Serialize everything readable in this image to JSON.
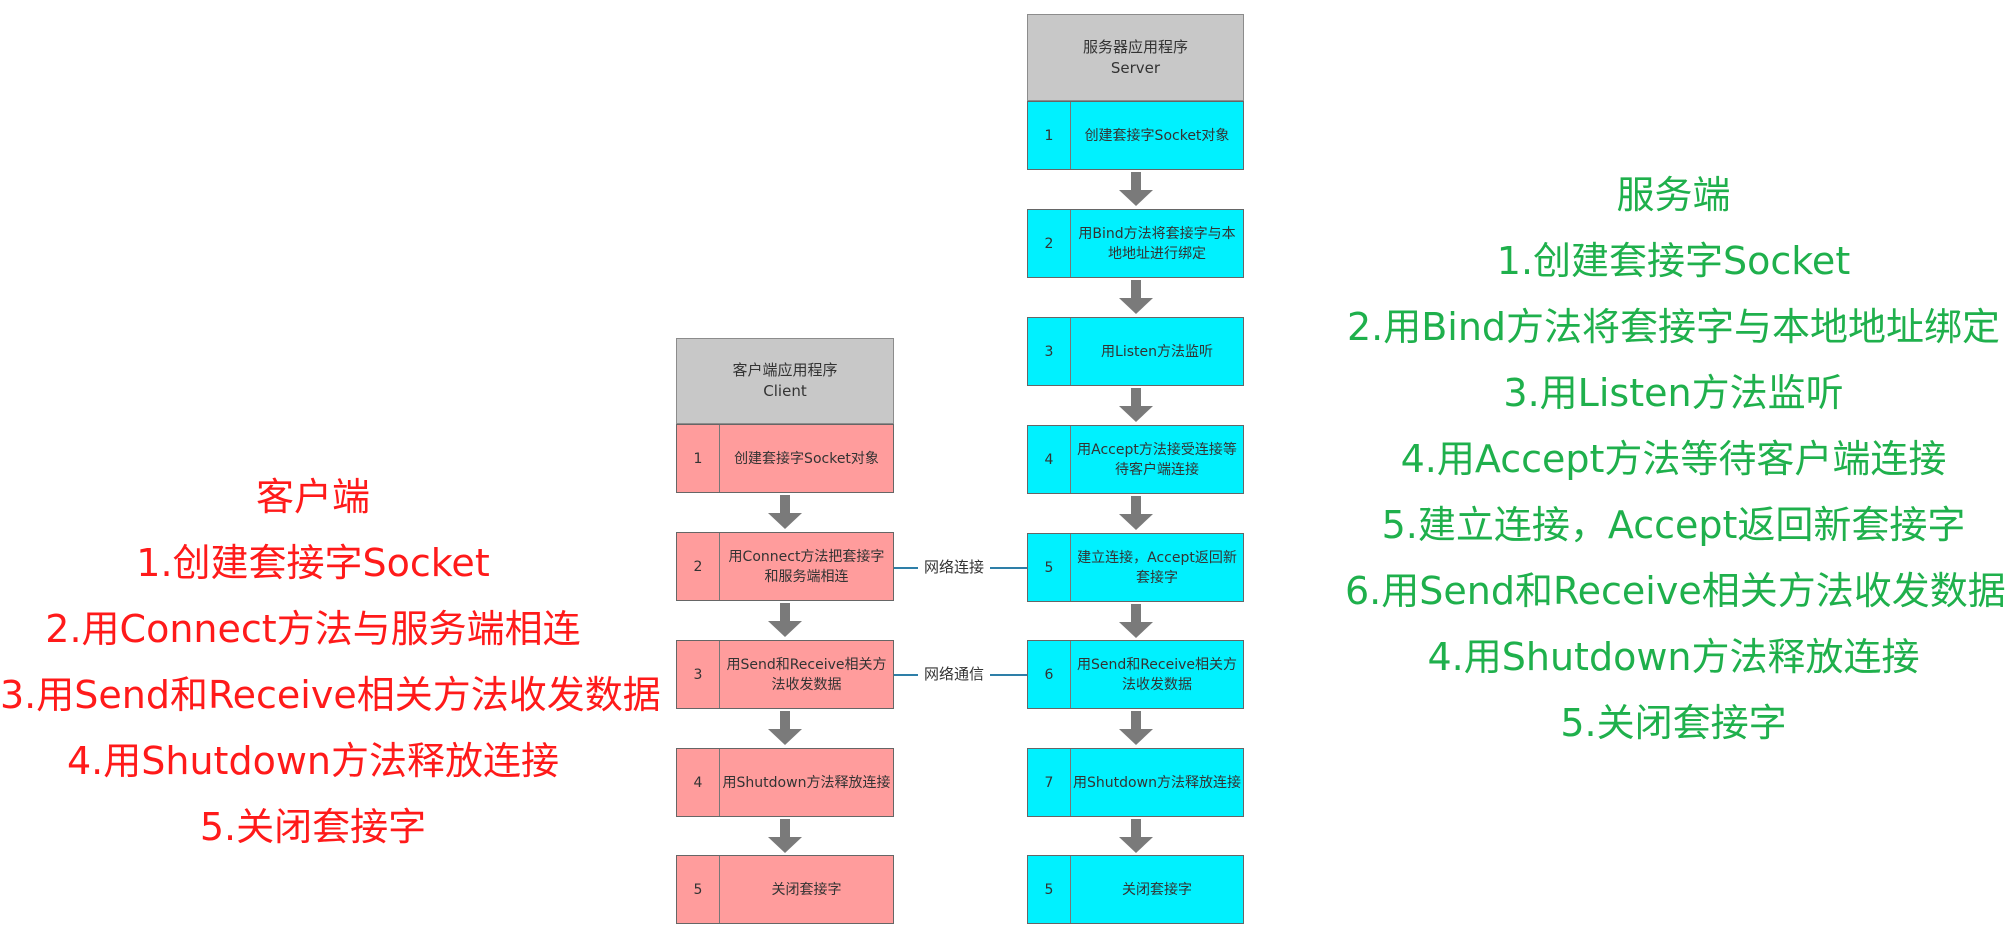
{
  "client_list": {
    "title": "客户端",
    "items": [
      "1.创建套接字Socket",
      "2.用Connect方法与服务端相连",
      "3.用Send和Receive相关方法收发数据",
      "4.用Shutdown方法释放连接",
      "5.关闭套接字"
    ]
  },
  "server_list": {
    "title": "服务端",
    "items": [
      "1.创建套接字Socket",
      "2.用Bind方法将套接字与本地地址绑定",
      "3.用Listen方法监听",
      "4.用Accept方法等待客户端连接",
      "5.建立连接，Accept返回新套接字",
      "6.用Send和Receive相关方法收发数据",
      "4.用Shutdown方法释放连接",
      "5.关闭套接字"
    ]
  },
  "flow": {
    "client": {
      "header": {
        "line1": "客户端应用程序",
        "line2": "Client"
      },
      "steps": [
        {
          "num": "1",
          "label": "创建套接字Socket对象"
        },
        {
          "num": "2",
          "label": "用Connect方法把套接字和服务端相连"
        },
        {
          "num": "3",
          "label": "用Send和Receive相关方法收发数据"
        },
        {
          "num": "4",
          "label": "用Shutdown方法释放连接"
        },
        {
          "num": "5",
          "label": "关闭套接字"
        }
      ]
    },
    "server": {
      "header": {
        "line1": "服务器应用程序",
        "line2": "Server"
      },
      "steps": [
        {
          "num": "1",
          "label": "创建套接字Socket对象"
        },
        {
          "num": "2",
          "label": "用Bind方法将套接字与本地地址进行绑定"
        },
        {
          "num": "3",
          "label": "用Listen方法监听"
        },
        {
          "num": "4",
          "label": "用Accept方法接受连接等待客户端连接"
        },
        {
          "num": "5",
          "label": "建立连接，Accept返回新套接字"
        },
        {
          "num": "6",
          "label": "用Send和Receive相关方法收发数据"
        },
        {
          "num": "7",
          "label": "用Shutdown方法释放连接"
        },
        {
          "num": "5",
          "label": "关闭套接字"
        }
      ]
    },
    "connections": [
      {
        "label": "网络连接"
      },
      {
        "label": "网络通信"
      }
    ]
  },
  "colors": {
    "client_text": "#ff1a1a",
    "server_text": "#1fb04c",
    "client_box": "#ff9c9c",
    "server_box": "#00f1ff",
    "header_box": "#c8c8c8"
  }
}
